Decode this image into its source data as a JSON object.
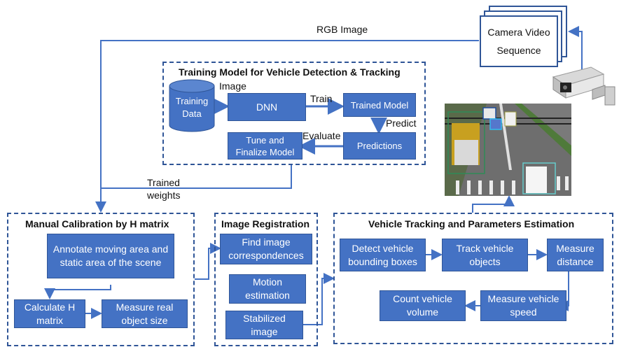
{
  "colors": {
    "box_fill": "#4472c4",
    "line": "#4472c4",
    "dashed": "#2f5597",
    "text": "#111111"
  },
  "source": {
    "title_line1": "Camera Video",
    "title_line2": "Sequence",
    "rgb_label": "RGB Image",
    "camera_icon": "cctv-camera-icon"
  },
  "training": {
    "title": "Training Model for Vehicle Detection & Tracking",
    "database": "Training Data",
    "dnn": "DNN",
    "trained_model": "Trained Model",
    "predictions": "Predictions",
    "tune": "Tune and Finalize Model",
    "edge_image": "Image",
    "edge_train": "Train",
    "edge_predict": "Predict",
    "edge_evaluate": "Evaluate",
    "trained_weights_line1": "Trained",
    "trained_weights_line2": "weights"
  },
  "calibration": {
    "title": "Manual Calibration by H matrix",
    "annotate": "Annotate moving area and static area  of the scene",
    "calc_h": "Calculate H matrix",
    "measure_size": "Measure real object size"
  },
  "registration": {
    "title": "Image Registration",
    "find": "Find image correspondences",
    "motion": "Motion estimation",
    "stabilized": "Stabilized image"
  },
  "tracking": {
    "title": "Vehicle Tracking and Parameters Estimation",
    "detect": "Detect vehicle bounding boxes",
    "track": "Track vehicle objects",
    "distance": "Measure distance",
    "speed": "Measure vehicle speed",
    "count": "Count vehicle volume"
  },
  "output_image": {
    "description": "traffic-detection-output-image"
  }
}
